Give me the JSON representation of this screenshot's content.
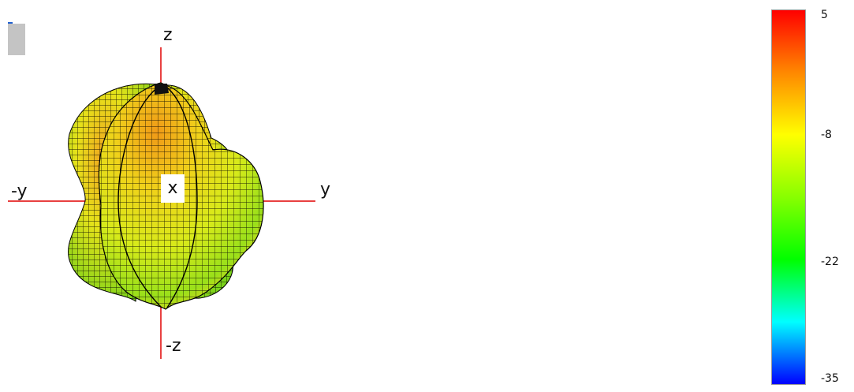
{
  "axes": {
    "z_pos": "z",
    "z_neg": "-z",
    "y_pos": "y",
    "y_neg": "-y",
    "x": "x"
  },
  "colorbar": {
    "ticks": [
      "5",
      "-8",
      "-22",
      "-35"
    ],
    "values": [
      5,
      -8,
      -22,
      -35
    ],
    "range": [
      -35,
      5
    ],
    "colormap": "jet-like (red high, blue low)",
    "colors": [
      "#ff0000",
      "#ff8800",
      "#ffff00",
      "#88ff00",
      "#00ff00",
      "#00ffff",
      "#0000ff"
    ]
  },
  "colors": {
    "axis": "#e00000",
    "mesh": "#000000",
    "widget": "#c4c4c4"
  }
}
